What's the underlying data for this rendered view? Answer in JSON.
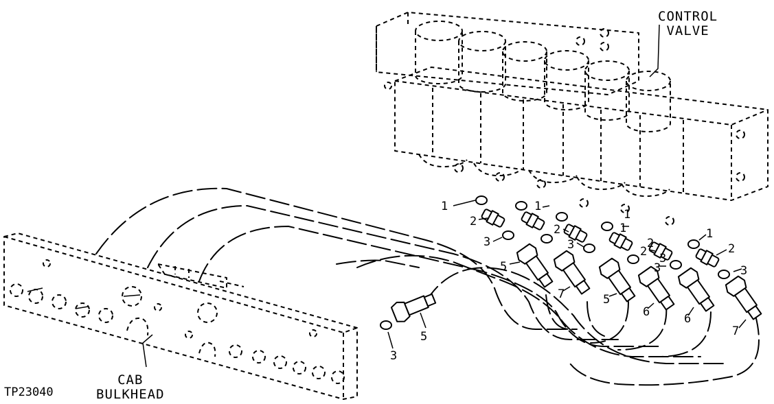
{
  "labels": {
    "control_valve": [
      "CONTROL",
      "VALVE"
    ],
    "cab_bulkhead": [
      "CAB",
      "BULKHEAD"
    ],
    "figure_id": "TP23040"
  },
  "callouts": [
    {
      "id": "c1a",
      "text": "1"
    },
    {
      "id": "c2a",
      "text": "2"
    },
    {
      "id": "c3a",
      "text": "3"
    },
    {
      "id": "c5a",
      "text": "5"
    },
    {
      "id": "c1b",
      "text": "1"
    },
    {
      "id": "c2b",
      "text": "2"
    },
    {
      "id": "c3b",
      "text": "3"
    },
    {
      "id": "c7a",
      "text": "7"
    },
    {
      "id": "c1c",
      "text": "1"
    },
    {
      "id": "c2c",
      "text": "2"
    },
    {
      "id": "c3c",
      "text": "3"
    },
    {
      "id": "c5b",
      "text": "5"
    },
    {
      "id": "c1d",
      "text": "1"
    },
    {
      "id": "c2d",
      "text": "2"
    },
    {
      "id": "c3d",
      "text": "3"
    },
    {
      "id": "c6a",
      "text": "6"
    },
    {
      "id": "c6b",
      "text": "6"
    },
    {
      "id": "c1e",
      "text": "1"
    },
    {
      "id": "c2e",
      "text": "2"
    },
    {
      "id": "c3e",
      "text": "3"
    },
    {
      "id": "c7b",
      "text": "7"
    },
    {
      "id": "c5c",
      "text": "5"
    },
    {
      "id": "c3f",
      "text": "3"
    }
  ]
}
